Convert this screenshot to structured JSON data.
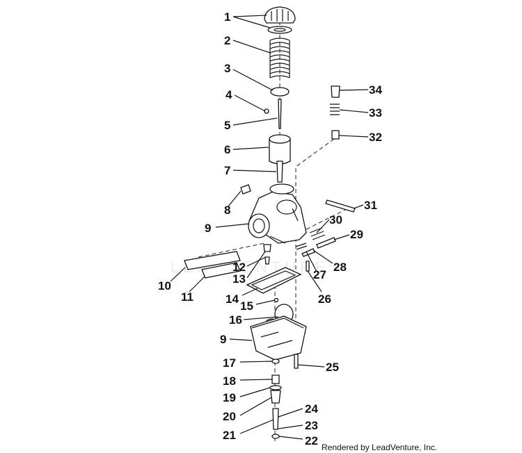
{
  "callouts": [
    "1",
    "2",
    "3",
    "4",
    "5",
    "6",
    "7",
    "8",
    "9",
    "30",
    "29",
    "31",
    "32",
    "33",
    "34",
    "10",
    "11",
    "12",
    "13",
    "14",
    "15",
    "16",
    "9",
    "17",
    "18",
    "19",
    "20",
    "21",
    "22",
    "23",
    "24",
    "25",
    "26",
    "27",
    "28"
  ],
  "footer": "Rendered by LeadVenture, Inc.",
  "watermark": "LEADVENTURE"
}
